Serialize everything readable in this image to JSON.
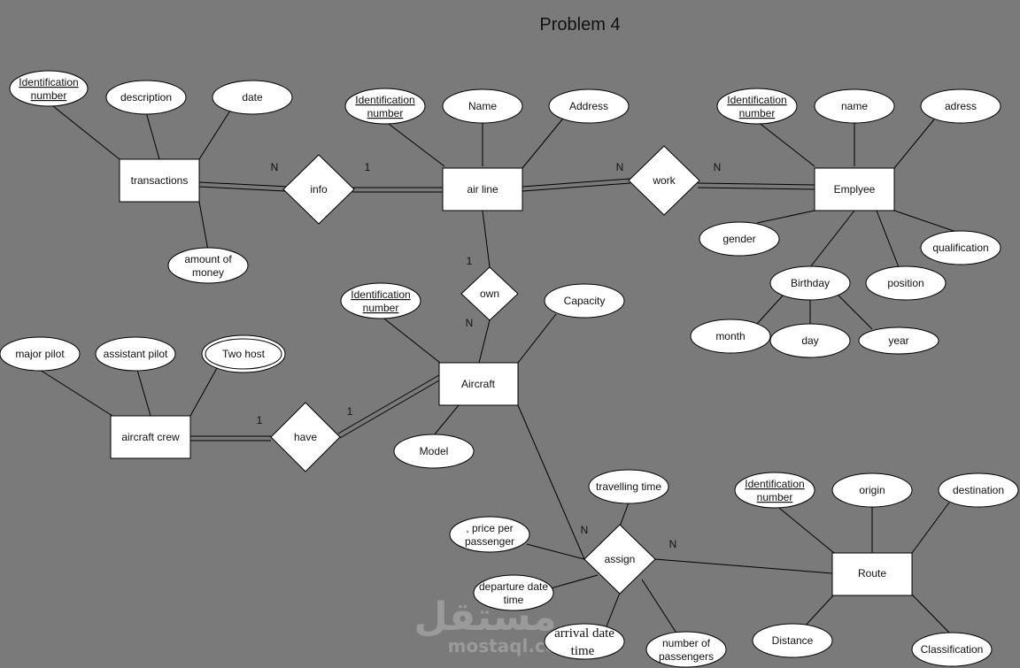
{
  "title": "Problem 4",
  "watermark": {
    "arabic": "مستقل",
    "latin": "mostaql.com"
  },
  "entities": {
    "transactions": "transactions",
    "airline": "air line",
    "employee": "Emplyee",
    "aircraft": "Aircraft",
    "crew": "aircraft crew",
    "route": "Route"
  },
  "relationships": {
    "info": "info",
    "work": "work",
    "own": "own",
    "have": "have",
    "assign": "assign"
  },
  "attributes": {
    "t_id": [
      "Identification",
      "number"
    ],
    "t_desc": "description",
    "t_date": "date",
    "t_amount": [
      "amount of",
      "money"
    ],
    "a_id": [
      "Identification",
      "number"
    ],
    "a_name": "Name",
    "a_addr": "Address",
    "e_id": [
      "Identification",
      "number"
    ],
    "e_name": "name",
    "e_addr": "adress",
    "e_gender": "gender",
    "e_qual": "qualification",
    "e_pos": "position",
    "e_birth": "Birthday",
    "e_month": "month",
    "e_day": "day",
    "e_year": "year",
    "ac_id": [
      "Identification",
      "number"
    ],
    "ac_cap": "Capacity",
    "ac_model": "Model",
    "c_major": "major pilot",
    "c_assist": "assistant pilot",
    "c_host": "Two host",
    "s_travel": "travelling time",
    "s_price": [
      ", price per",
      "passenger"
    ],
    "s_depart": [
      "departure date",
      "time"
    ],
    "s_arrival": [
      "arrival date",
      "time"
    ],
    "s_num": [
      "number of",
      "passengers"
    ],
    "r_id": [
      "Identification",
      "number"
    ],
    "r_origin": "origin",
    "r_dest": "destination",
    "r_dist": "Distance",
    "r_class": "Classification"
  },
  "cardinalities": {
    "info_trans": "N",
    "info_air": "1",
    "work_air": "N",
    "work_emp": "N",
    "own_air": "1",
    "own_ac": "N",
    "have_crew": "1",
    "have_ac": "1",
    "assign_ac": "N",
    "assign_route": "N"
  }
}
